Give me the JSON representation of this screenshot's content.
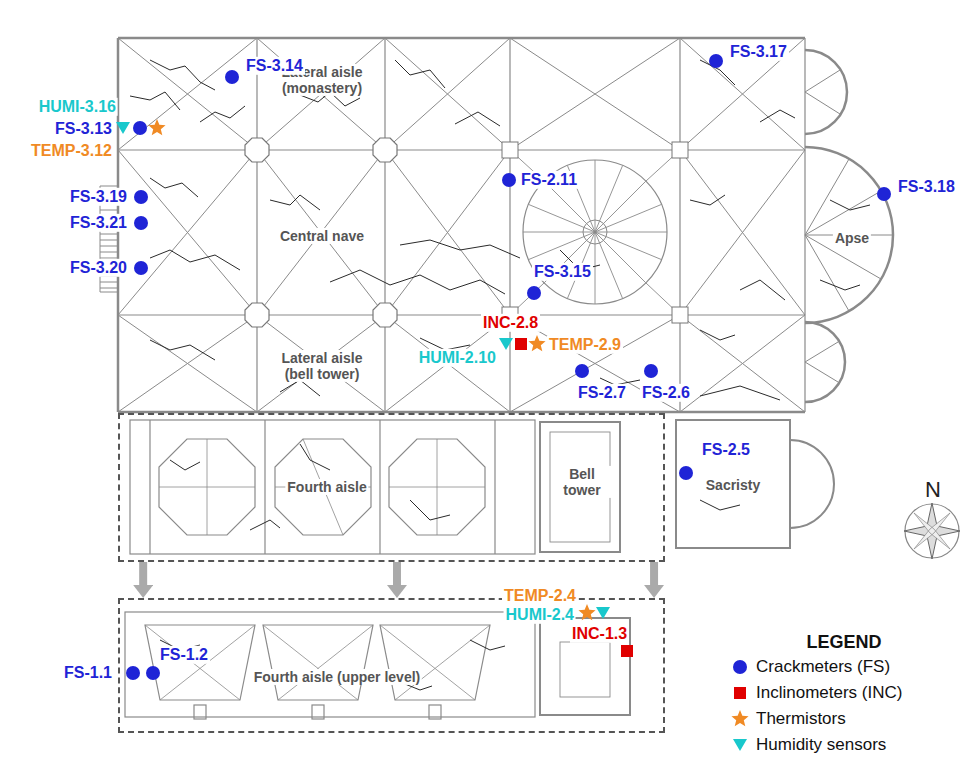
{
  "diagram": {
    "nodes": [
      {
        "text": [
          "Fourth aisle",
          "Bell tower"
        ]
      },
      {
        "text": [
          "Fourth aisle (upper level)"
        ]
      }
    ],
    "edges": [
      {
        "from": 0,
        "to": 1,
        "arrow": "to"
      },
      {
        "from": 0,
        "to": 1,
        "arrow": "to"
      },
      {
        "from": 0,
        "to": 1,
        "arrow": "to"
      }
    ],
    "labels": [
      "Lateral aisle (monastery)",
      "Central nave",
      "Lateral aisle (bell tower)",
      "Apse",
      "Sacristy",
      "FS-3.14",
      "FS-3.17",
      "HUMI-3.16",
      "FS-3.13",
      "TEMP-3.12",
      "FS-3.19",
      "FS-3.21",
      "FS-3.20",
      "FS-2.11",
      "FS-3.18",
      "FS-3.15",
      "INC-2.8",
      "HUMI-2.10",
      "TEMP-2.9",
      "FS-2.7",
      "FS-2.6",
      "FS-2.5",
      "TEMP-2.4",
      "HUMI-2.4",
      "INC-1.3",
      "FS-1.1",
      "FS-1.2",
      "N",
      "LEGEND"
    ],
    "legend": [
      {
        "text": "Crackmeters (FS)"
      },
      {
        "text": "Inclinometers (INC)"
      },
      {
        "text": "Thermistors"
      },
      {
        "text": "Humidity sensors"
      }
    ]
  }
}
